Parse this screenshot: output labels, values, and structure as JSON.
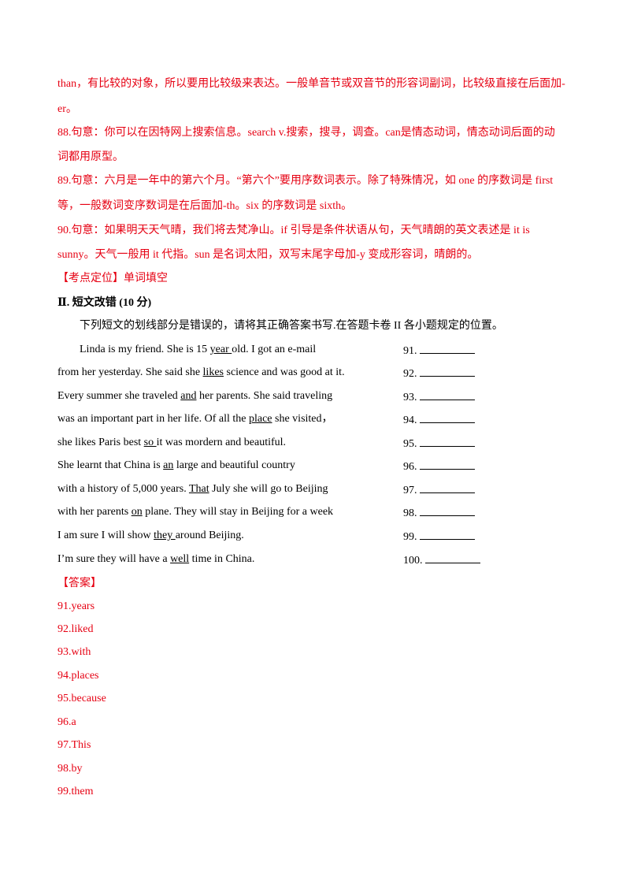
{
  "explanations": [
    "than，有比较的对象，所以要用比较级来表达。一般单音节或双音节的形容词副词，比较级直接在后面加-",
    "er。",
    "88.句意：你可以在因特网上搜索信息。search v.搜索，搜寻，调查。can是情态动词，情态动词后面的动",
    "词都用原型。",
    "89.句意：六月是一年中的第六个月。“第六个”要用序数词表示。除了特殊情况，如 one 的序数词是 first",
    "等，一般数词变序数词是在后面加-th。six 的序数词是 sixth。",
    "90.句意：如果明天天气晴，我们将去梵净山。if 引导是条件状语从句，天气晴朗的英文表述是 it  is",
    "sunny。天气一般用 it 代指。sun 是名词太阳，双写末尾字母加-y 变成形容词，晴朗的。"
  ],
  "kaodian": "【考点定位】单词填空",
  "section_title": "Ⅱ. 短文改错 (10 分)",
  "instruction": "下列短文的划线部分是错误的，请将其正确答案书写.在答题卡卷 II 各小题规定的位置。",
  "passage": [
    {
      "pre": "Linda is my friend. She is 15 ",
      "u": "year ",
      "post": "old. I got an e-mail",
      "num": "91."
    },
    {
      "pre": "from her yesterday. She said she ",
      "u": "likes",
      "post": " science and was good at it.",
      "num": "92."
    },
    {
      "pre": "Every summer she traveled ",
      "u": "and",
      "post": " her parents. She said traveling",
      "num": "93."
    },
    {
      "pre": "was an important part in her life. Of all the ",
      "u": "place",
      "post": " she visited，",
      "num": "94."
    },
    {
      "pre": "she likes Paris best ",
      "u": "so ",
      "post": "it was mordern and beautiful.",
      "num": "95."
    },
    {
      "pre": "She learnt that China is ",
      "u": "an",
      "post": " large and beautiful country",
      "num": "96."
    },
    {
      "pre": "with a history of 5,000 years. ",
      "u": "That",
      "post": " July she will go to Beijing",
      "num": "97."
    },
    {
      "pre": "with her parents ",
      "u": "on",
      "post": " plane. They will stay in Beijing for a week",
      "num": "98."
    },
    {
      "pre": "I am sure I will show ",
      "u": "they ",
      "post": "around Beijing.",
      "num": "99."
    },
    {
      "pre": "I’m sure they will have a ",
      "u": "well",
      "post": " time in China.",
      "num": "100."
    }
  ],
  "answer_label": "【答案】",
  "answers": [
    "91.years",
    "92.liked",
    "93.with",
    "94.places",
    "95.because",
    "96.a",
    "97.This",
    "98.by",
    "99.them"
  ]
}
